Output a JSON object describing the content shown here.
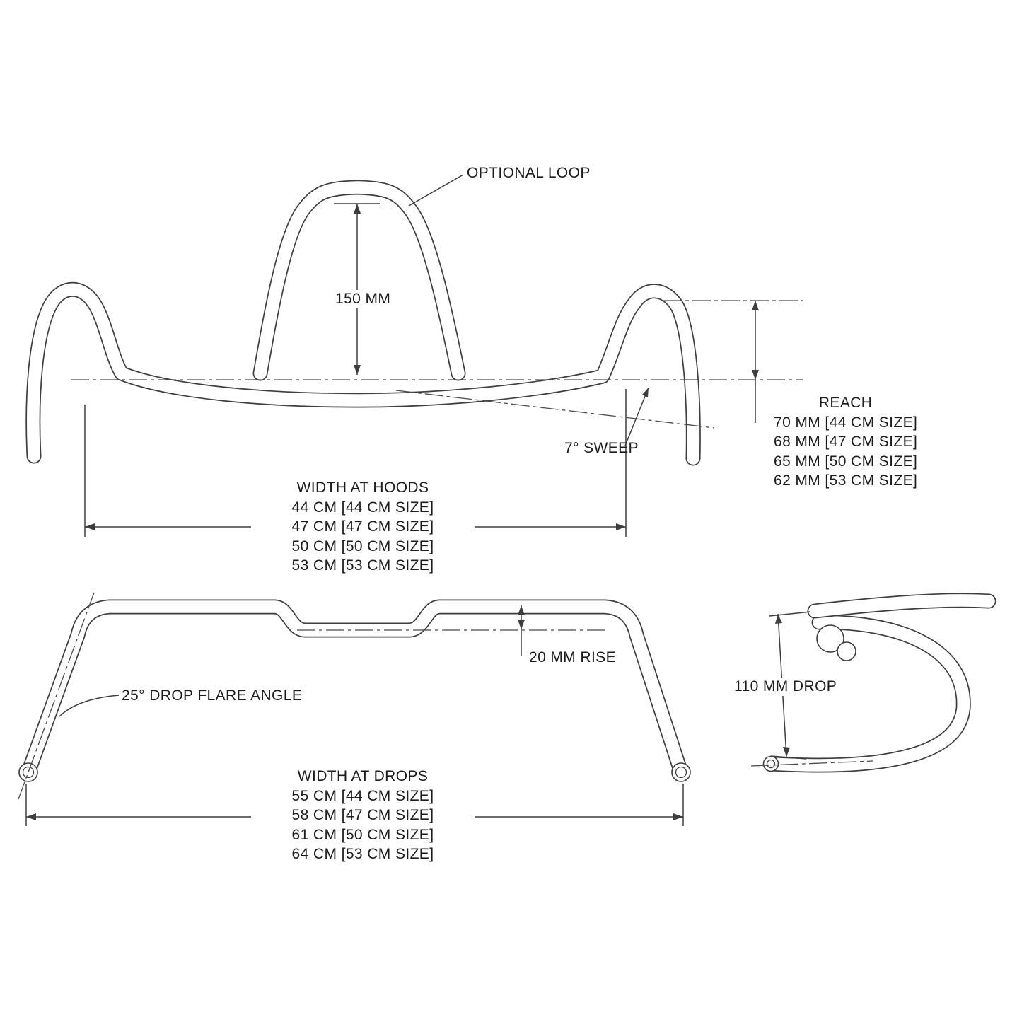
{
  "drawing": {
    "type": "technical-drawing",
    "subject": "flared drop handlebar geometry with optional loop",
    "line_color": "#3d3d3d",
    "text_color": "#1b1b1b",
    "background": "#ffffff"
  },
  "annotations": {
    "optional_loop": "OPTIONAL LOOP",
    "loop_height": "150 MM",
    "sweep_angle": "7° SWEEP",
    "rise": "20 MM RISE",
    "drop_flare_angle": "25° DROP FLARE ANGLE",
    "drop": "110 MM DROP"
  },
  "reach": {
    "title": "REACH",
    "lines": [
      "70 MM [44 CM SIZE]",
      "68 MM [47 CM SIZE]",
      "65 MM [50 CM SIZE]",
      "62 MM [53 CM SIZE]"
    ]
  },
  "width_at_hoods": {
    "title": "WIDTH AT HOODS",
    "lines": [
      "44 CM [44 CM SIZE]",
      "47 CM [47 CM SIZE]",
      "50 CM [50 CM SIZE]",
      "53 CM [53 CM SIZE]"
    ]
  },
  "width_at_drops": {
    "title": "WIDTH AT DROPS",
    "lines": [
      "55 CM [44 CM SIZE]",
      "58 CM [47 CM SIZE]",
      "61 CM [50 CM SIZE]",
      "64 CM [53 CM SIZE]"
    ]
  }
}
